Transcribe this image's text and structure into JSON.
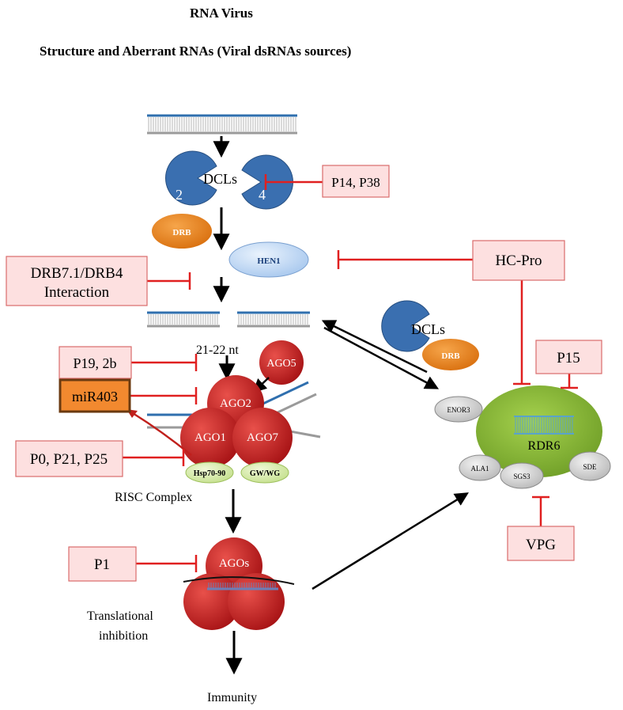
{
  "header": {
    "title": "RNA Virus",
    "subtitle": "Structure and Aberrant RNAs (Viral dsRNAs sources)"
  },
  "dicer": {
    "label": "DCLs",
    "left_number": "2",
    "right_number": "4",
    "partner": "DRB",
    "methyltransferase": "HEN1"
  },
  "dicer_right": {
    "label": "DCLs",
    "partner": "DRB"
  },
  "length_label": "21-22 nt",
  "ago": {
    "ago5": "AGO5",
    "ago2": "AGO2",
    "ago1": "AGO1",
    "ago7": "AGO7",
    "hsp": "Hsp70-90",
    "gw": "GW/WG",
    "complex_label": "RISC Complex",
    "agos": "AGOs"
  },
  "outcomes": {
    "translational": "Translational",
    "inhibition": "inhibition",
    "immunity": "Immunity"
  },
  "rdr": {
    "label": "RDR6",
    "enor3": "ENOR3",
    "ala1": "ALA1",
    "sgs3": "SGS3",
    "sde": "SDE"
  },
  "suppressors": {
    "p14_p38": "P14, P38",
    "hc_pro": "HC-Pro",
    "drb_line1": "DRB7.1/DRB4",
    "drb_line2": "Interaction",
    "p19_2b": "P19, 2b",
    "mir403": "miR403",
    "p0_p21_p25": "P0, P21, P25",
    "p15": "P15",
    "p1": "P1",
    "vpg": "VPG"
  },
  "colors": {
    "box_fill": "#fde0e0",
    "box_stroke": "#d96b6b",
    "inhibit_line": "#e02020",
    "dicer_blue": "#3a6fb0",
    "drb_orange": "#e8841a",
    "hen1_blue": "#cfe2f8",
    "ago_red": "#c82224",
    "rdr_green": "#8cbd3a",
    "mir_orange": "#f2892f"
  }
}
